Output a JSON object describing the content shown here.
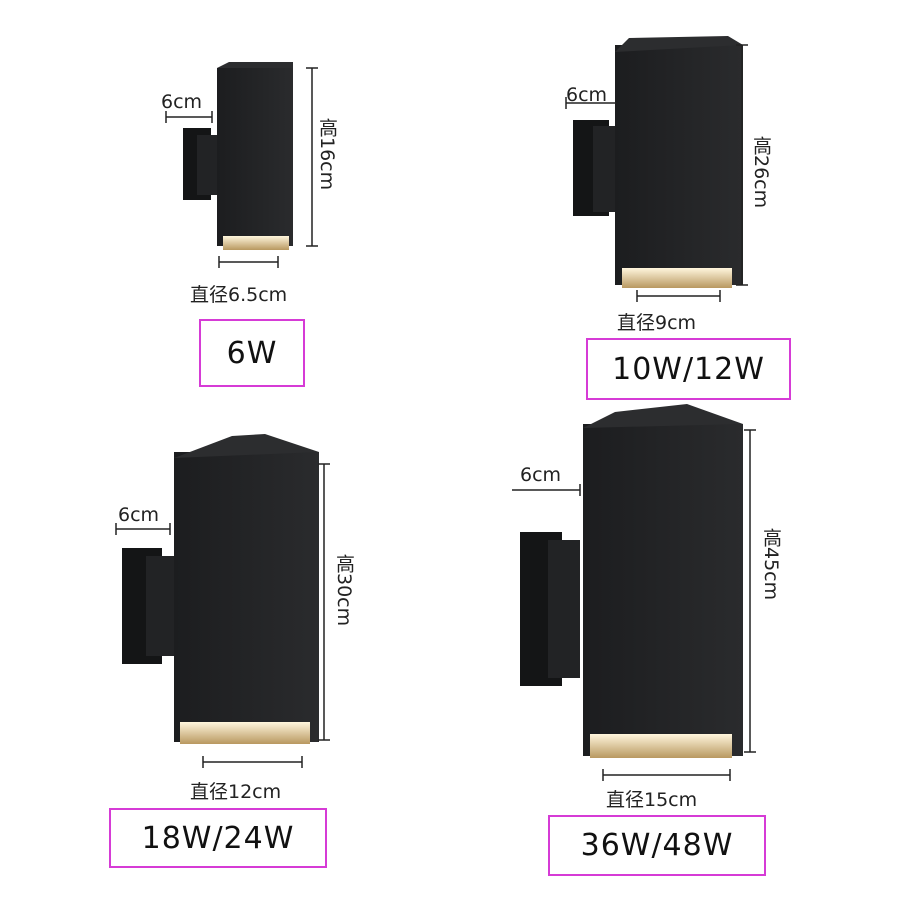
{
  "products": [
    {
      "depth_label": "6cm",
      "height_label": "高16cm",
      "diameter_label": "直径6.5cm",
      "wattage": "6W"
    },
    {
      "depth_label": "6cm",
      "height_label": "高26cm",
      "diameter_label": "直径9cm",
      "wattage": "10W/12W"
    },
    {
      "depth_label": "6cm",
      "height_label": "高30cm",
      "diameter_label": "直径12cm",
      "wattage": "18W/24W"
    },
    {
      "depth_label": "6cm",
      "height_label": "高45cm",
      "diameter_label": "直径15cm",
      "wattage": "36W/48W"
    }
  ],
  "colors": {
    "lamp_body": "#1f2022",
    "lamp_side": "#151617",
    "light_glow": "#f1dcae",
    "wattage_border": "#d63bd6"
  }
}
